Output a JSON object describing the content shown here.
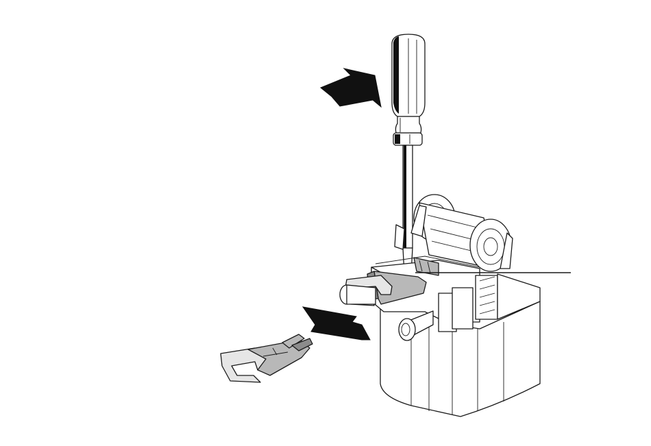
{
  "figure": {
    "type": "technical-illustration",
    "elements": [
      "screwdriver",
      "push-arrow",
      "pull-arrow",
      "cartridge-housing",
      "ribbon-spool",
      "locking-clip-installed",
      "locking-clip-removed",
      "callout-leader-line"
    ]
  },
  "colors": {
    "outline": "#1a1a1a",
    "body_fill": "#ffffff",
    "shade_light": "#e6e6e6",
    "shade_mid": "#b8b8b8",
    "shade_dark": "#8c8c8c",
    "arrow_fill": "#111111"
  }
}
